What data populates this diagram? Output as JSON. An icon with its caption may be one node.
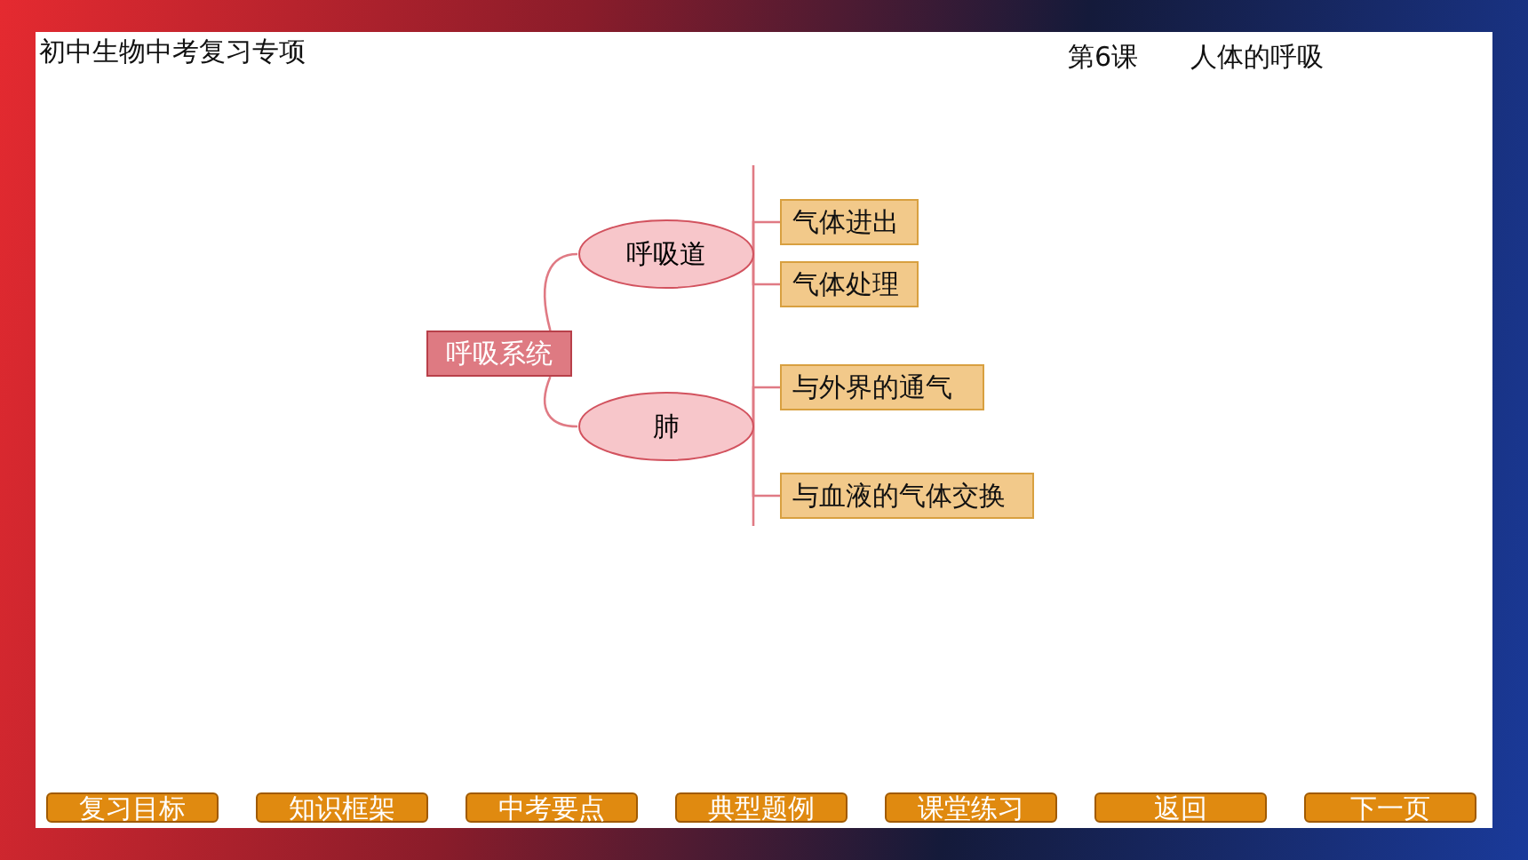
{
  "diagram": {
    "nodes": [
      {
        "text": [
          "呼吸系统"
        ]
      },
      {
        "text": [
          "呼吸道"
        ]
      },
      {
        "text": [
          "肺"
        ]
      },
      {
        "text": [
          "气体进出"
        ]
      },
      {
        "text": [
          "气体处理"
        ]
      },
      {
        "text": [
          "与外界的通气"
        ]
      },
      {
        "text": [
          "与血液的气体交换"
        ]
      }
    ],
    "edges": [
      {
        "from": 0,
        "to": 1,
        "arrow": "none"
      },
      {
        "from": 0,
        "to": 2,
        "arrow": "none"
      },
      {
        "from": 1,
        "to": 3,
        "arrow": "none"
      },
      {
        "from": 1,
        "to": 4,
        "arrow": "none"
      },
      {
        "from": 2,
        "to": 5,
        "arrow": "none"
      },
      {
        "from": 2,
        "to": 6,
        "arrow": "none"
      }
    ],
    "labels": [
      "初中生物中考复习专项",
      "第6课",
      "人体的呼吸",
      "复习目标",
      "知识框架",
      "中考要点",
      "典型题例",
      "课堂练习",
      "返回",
      "下一页"
    ]
  }
}
